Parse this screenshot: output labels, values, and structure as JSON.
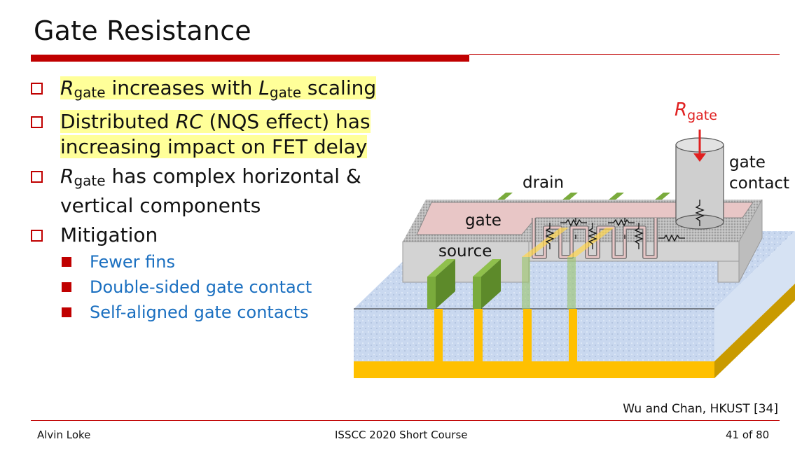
{
  "slide": {
    "title": "Gate Resistance"
  },
  "bullets": [
    {
      "r": "R",
      "sub": "gate",
      "text1": " increases with ",
      "l": "L",
      "lsub": "gate",
      "text2": " scaling"
    },
    {
      "text1": "Distributed ",
      "rc": "RC",
      "text2": " (NQS effect) has",
      "line2": "increasing impact on FET delay"
    },
    {
      "r": "R",
      "sub": "gate",
      "text1": " has complex horizontal &",
      "line2": "vertical components"
    },
    {
      "text1": "Mitigation"
    }
  ],
  "sub_bullets": [
    "Fewer fins",
    "Double-sided gate contact",
    "Self-aligned gate contacts"
  ],
  "diagram": {
    "rgate_r": "R",
    "rgate_sub": "gate",
    "label_gate_contact_1": "gate",
    "label_gate_contact_2": "contact",
    "label_drain": "drain",
    "label_gate": "gate",
    "label_source": "source",
    "colors": {
      "red": "#e02020",
      "fin_green": "#7aab3c",
      "gold": "#ffc000",
      "gate_pink": "#e8c6c6"
    }
  },
  "citation": "Wu and Chan, HKUST [34]",
  "footer": {
    "author": "Alvin Loke",
    "event": "ISSCC 2020 Short Course",
    "page": "41 of 80"
  }
}
